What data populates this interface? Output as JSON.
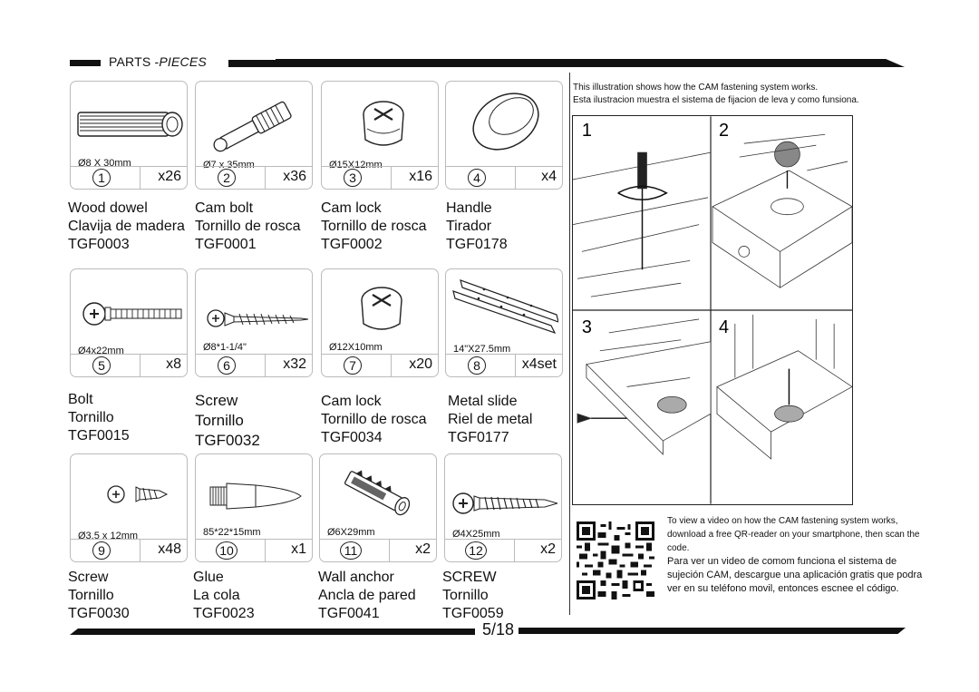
{
  "header": {
    "parts": "PARTS -",
    "pieces": "PIECES"
  },
  "page_number": "5/18",
  "parts": [
    {
      "number": "1",
      "qty": "x26",
      "size": "Ø8 X 30mm",
      "name_en": "Wood dowel",
      "name_es": "Clavija de madera",
      "code": "TGF0003",
      "icon": "wood-dowel-icon"
    },
    {
      "number": "2",
      "qty": "x36",
      "size": "Ø7 x 35mm",
      "name_en": "Cam bolt",
      "name_es": "Tornillo de rosca",
      "code": "TGF0001",
      "icon": "cam-bolt-icon"
    },
    {
      "number": "3",
      "qty": "x16",
      "size": "Ø15X12mm",
      "name_en": "Cam lock",
      "name_es": "Tornillo de rosca",
      "code": "TGF0002",
      "icon": "cam-lock-icon"
    },
    {
      "number": "4",
      "qty": "x4",
      "size": "",
      "name_en": "Handle",
      "name_es": "Tirador",
      "code": "TGF0178",
      "icon": "handle-knob-icon"
    },
    {
      "number": "5",
      "qty": "x8",
      "size": "Ø4x22mm",
      "name_en": "Bolt",
      "name_es": "Tornillo",
      "code": "TGF0015",
      "icon": "bolt-icon"
    },
    {
      "number": "6",
      "qty": "x32",
      "size": "Ø8*1-1/4\"",
      "name_en": "Screw",
      "name_es": "Tornillo",
      "code": "TGF0032",
      "icon": "wood-screw-icon"
    },
    {
      "number": "7",
      "qty": "x20",
      "size": "Ø12X10mm",
      "name_en": "Cam lock",
      "name_es": "Tornillo de rosca",
      "code": "TGF0034",
      "icon": "cam-lock-small-icon"
    },
    {
      "number": "8",
      "qty": "x4set",
      "size": "14\"X27.5mm",
      "name_en": "Metal slide",
      "name_es": "Riel de metal",
      "code": "TGF0177",
      "icon": "metal-slide-icon"
    },
    {
      "number": "9",
      "qty": "x48",
      "size": "Ø3.5 x 12mm",
      "name_en": "Screw",
      "name_es": "Tornillo",
      "code": "TGF0030",
      "icon": "short-screw-icon"
    },
    {
      "number": "10",
      "qty": "x1",
      "size": "85*22*15mm",
      "name_en": "Glue",
      "name_es": "La cola",
      "code": "TGF0023",
      "icon": "glue-tube-icon"
    },
    {
      "number": "11",
      "qty": "x2",
      "size": "Ø6X29mm",
      "name_en": "Wall anchor",
      "name_es": "Ancla de pared",
      "code": "TGF0041",
      "icon": "wall-anchor-icon"
    },
    {
      "number": "12",
      "qty": "x2",
      "size": "Ø4X25mm",
      "name_en": "SCREW",
      "name_es": "Tornillo",
      "code": "TGF0059",
      "icon": "long-screw-icon"
    }
  ],
  "cam_info": {
    "line_en": "This illustration shows how the CAM fastening system works.",
    "line_es": "Esta ilustracion muestra el sistema de fijacion de leva y como funsiona.",
    "steps": [
      "1",
      "2",
      "3",
      "4"
    ]
  },
  "qr_info": {
    "en": "To view a video on how the CAM fastening system works, download a free QR-reader on your smartphone, then scan the code.",
    "es": "Para ver un video de comom funciona el sistema de sujeción CAM, descargue una aplicación gratis que podra ver en su teléfono movil, entonces escnee  el código."
  }
}
